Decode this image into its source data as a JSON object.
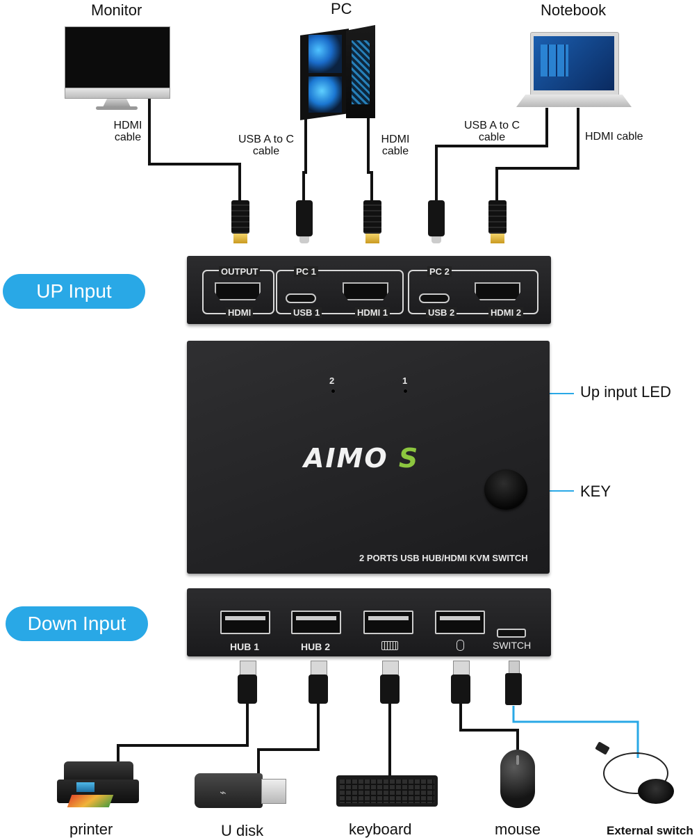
{
  "top_devices": {
    "monitor": "Monitor",
    "pc": "PC",
    "notebook": "Notebook"
  },
  "cable_labels": {
    "monitor_hdmi_line1": "HDMI",
    "monitor_hdmi_line2": "cable",
    "pc_usb_line1": "USB A to C",
    "pc_usb_line2": "cable",
    "pc_hdmi_line1": "HDMI",
    "pc_hdmi_line2": "cable",
    "nb_usb_line1": "USB A to C",
    "nb_usb_line2": "cable",
    "nb_hdmi": "HDMI cable"
  },
  "pills": {
    "up": "UP Input",
    "down": "Down Input"
  },
  "up_panel": {
    "output_title": "OUTPUT",
    "output_port": "HDMI",
    "pc1_title": "PC 1",
    "pc1_usb": "USB 1",
    "pc1_hdmi": "HDMI 1",
    "pc2_title": "PC 2",
    "pc2_usb": "USB 2",
    "pc2_hdmi": "HDMI 2"
  },
  "switch_top": {
    "led2": "2",
    "led1": "1",
    "brand": "AIMOS",
    "model": "2 PORTS USB HUB/HDMI KVM SWITCH"
  },
  "callouts": {
    "led": "Up input LED",
    "key": "KEY"
  },
  "down_panel": {
    "hub1": "HUB  1",
    "hub2": "HUB  2",
    "switch": "SWITCH"
  },
  "bottom_devices": {
    "printer": "printer",
    "udisk": "U disk",
    "keyboard": "keyboard",
    "mouse": "mouse",
    "external": "External switch"
  },
  "colors": {
    "accent": "#29a8e6",
    "brand_green": "#8cc63f",
    "device_body": "#1f1f21"
  }
}
